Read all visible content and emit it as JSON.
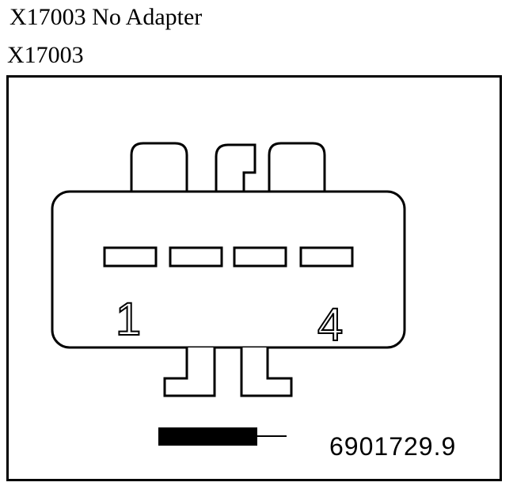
{
  "header": {
    "title": "X17003 No Adapter",
    "connector_id": "X17003"
  },
  "diagram": {
    "pin_first_label": "1",
    "pin_last_label": "4",
    "pin_count": 4,
    "part_number": "6901729.9"
  },
  "colors": {
    "ink": "#000000",
    "background": "#ffffff"
  }
}
